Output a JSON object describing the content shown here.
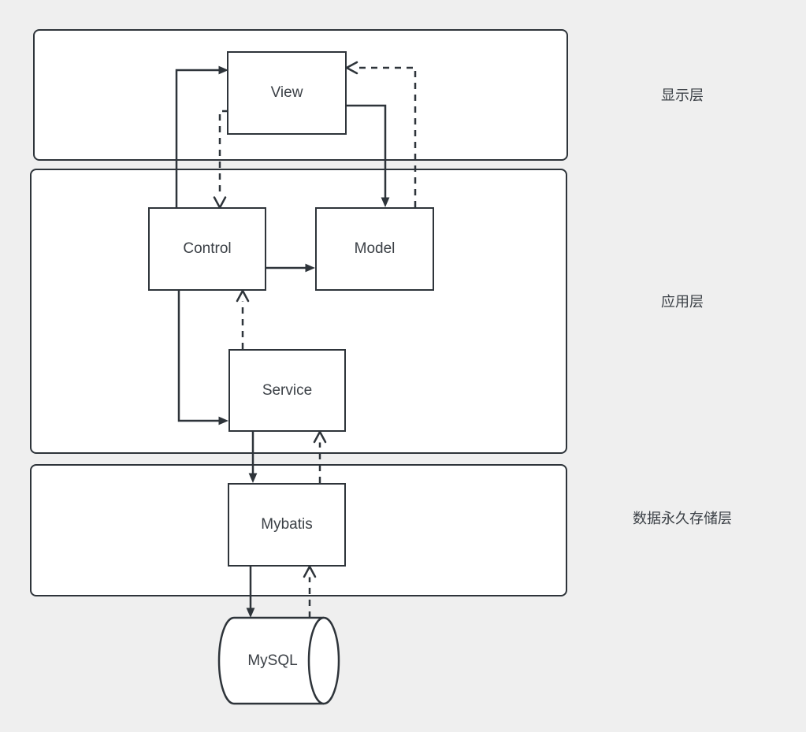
{
  "colors": {
    "background": "#efefef",
    "shape_fill": "#ffffff",
    "stroke": "#2e343a",
    "text": "#3b4046"
  },
  "layers": {
    "display": {
      "label": "显示层"
    },
    "application": {
      "label": "应用层"
    },
    "storage": {
      "label": "数据永久存储层"
    }
  },
  "nodes": {
    "view": {
      "label": "View"
    },
    "control": {
      "label": "Control"
    },
    "model": {
      "label": "Model"
    },
    "service": {
      "label": "Service"
    },
    "mybatis": {
      "label": "Mybatis"
    },
    "mysql": {
      "label": "MySQL"
    }
  },
  "edges": [
    {
      "from": "Control",
      "to": "View",
      "style": "solid"
    },
    {
      "from": "View",
      "to": "Control",
      "style": "dashed"
    },
    {
      "from": "View",
      "to": "Model",
      "style": "solid"
    },
    {
      "from": "Model",
      "to": "View",
      "style": "dashed"
    },
    {
      "from": "Control",
      "to": "Model",
      "style": "solid"
    },
    {
      "from": "Control",
      "to": "Service",
      "style": "solid"
    },
    {
      "from": "Service",
      "to": "Control",
      "style": "dashed"
    },
    {
      "from": "Service",
      "to": "Mybatis",
      "style": "solid"
    },
    {
      "from": "Mybatis",
      "to": "Service",
      "style": "dashed"
    },
    {
      "from": "Mybatis",
      "to": "MySQL",
      "style": "solid"
    },
    {
      "from": "MySQL",
      "to": "Mybatis",
      "style": "dashed"
    }
  ]
}
